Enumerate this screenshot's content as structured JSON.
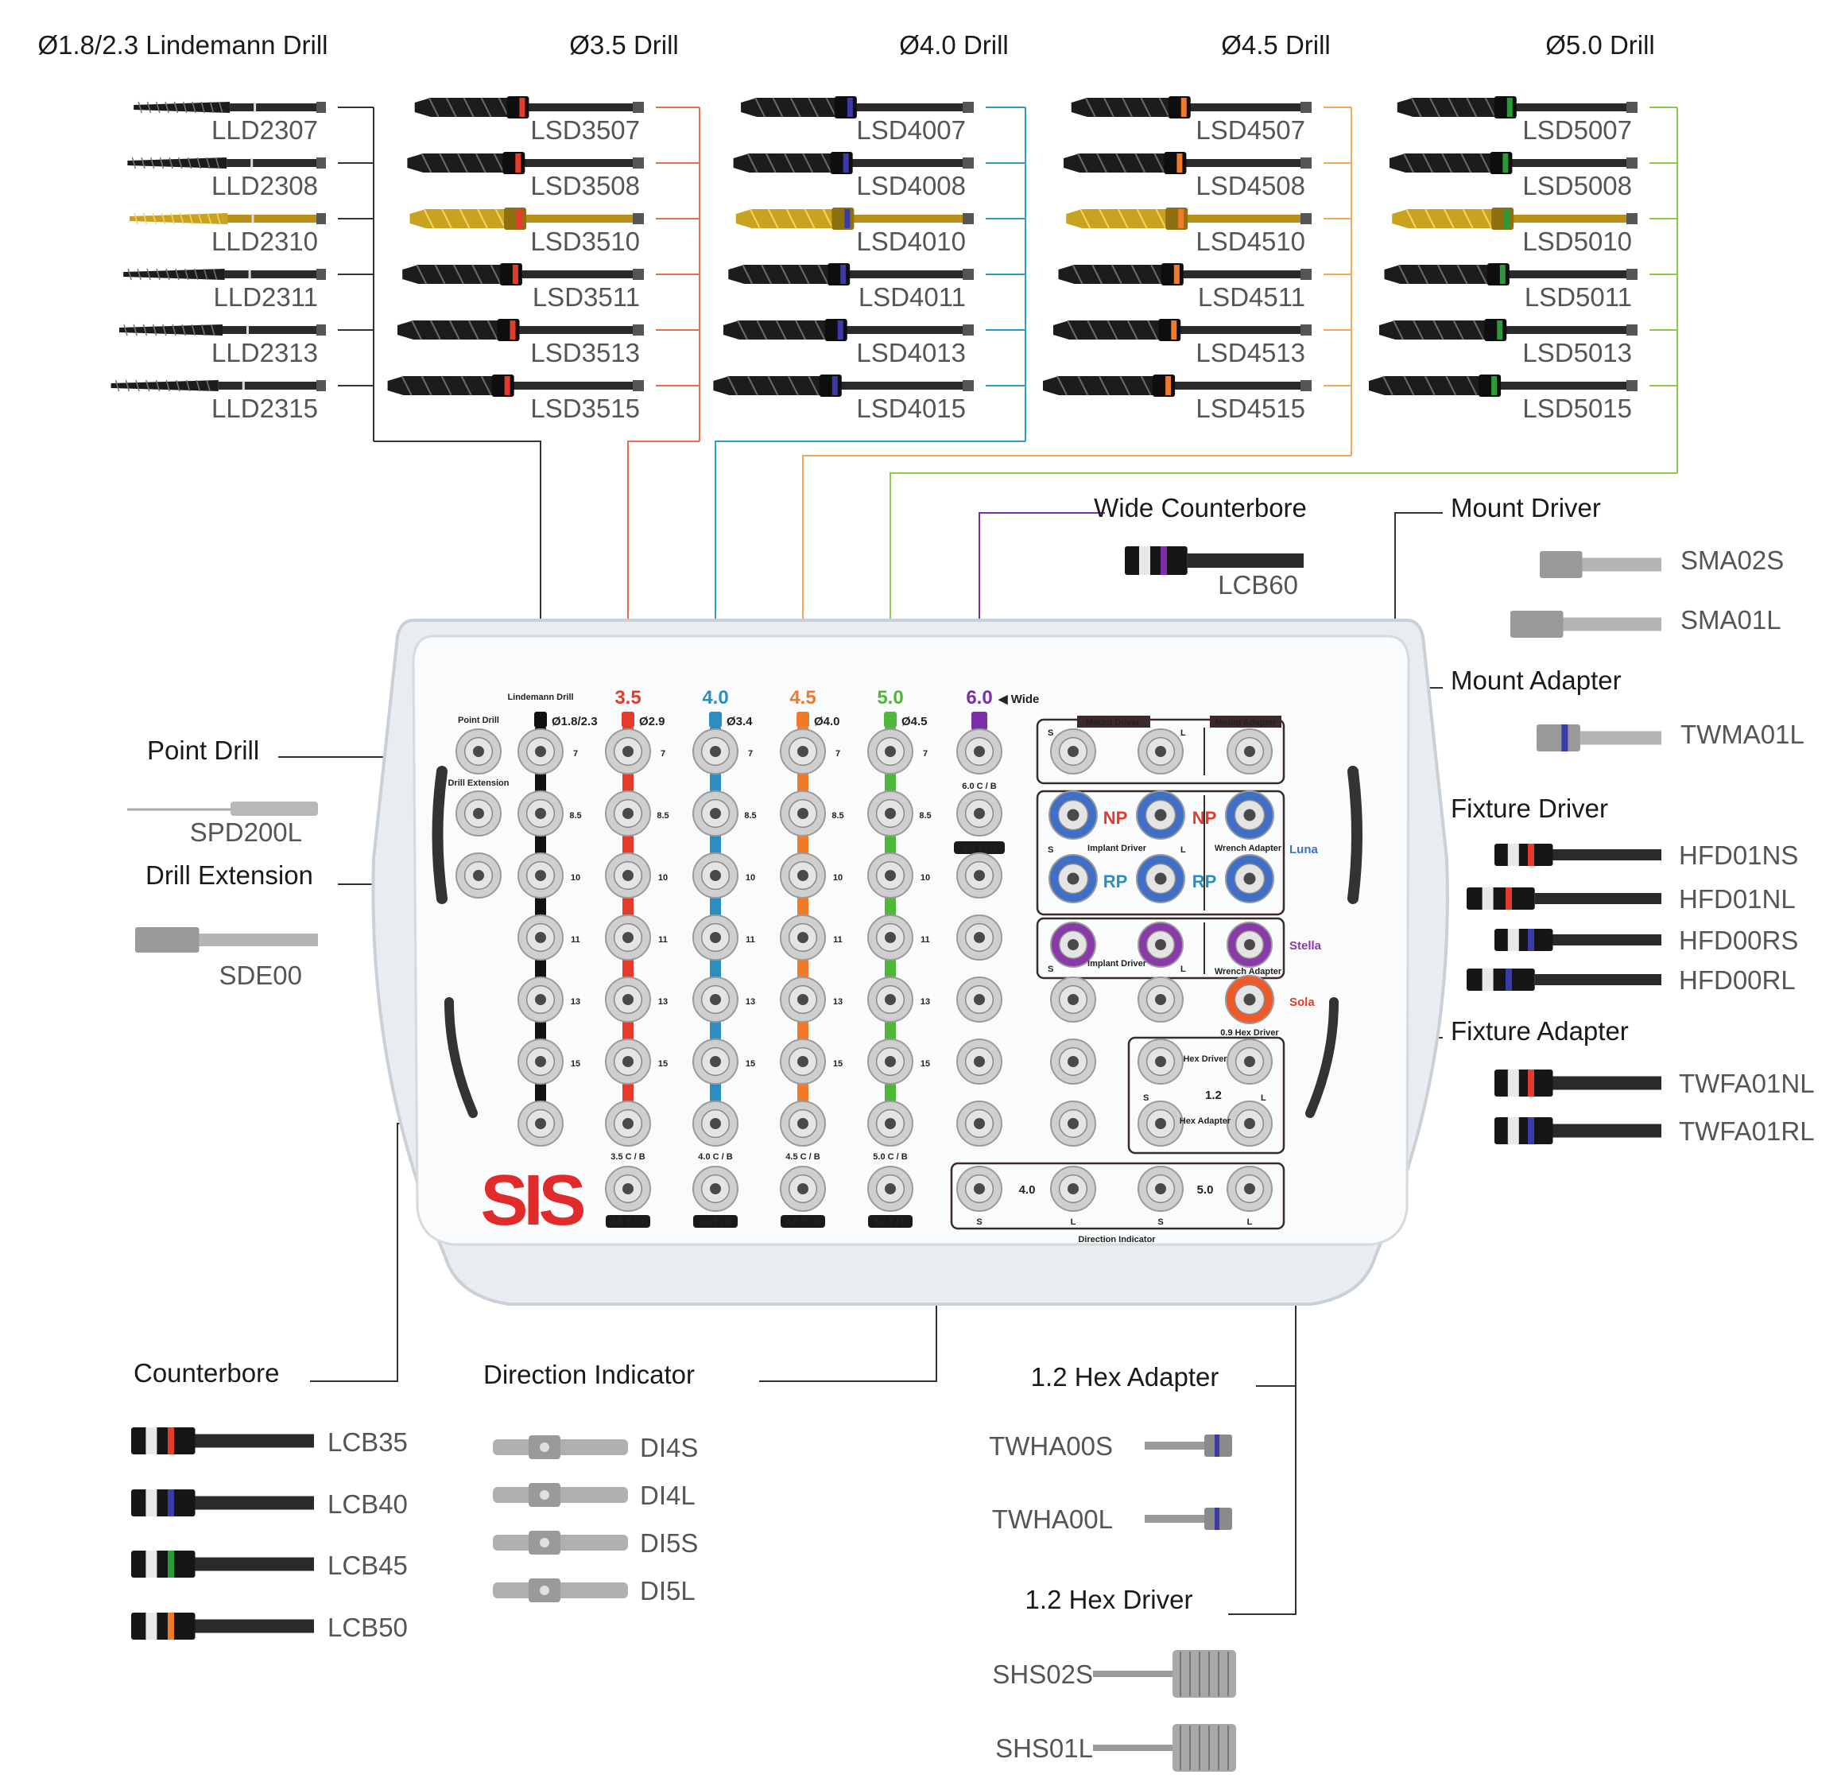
{
  "drill_groups": [
    {
      "title": "Ø1.8/2.3 Lindemann Drill",
      "color": "#333333",
      "band": "#1a1a1a",
      "style": "lind",
      "codes": [
        "LLD2307",
        "LLD2308",
        "LLD2310",
        "LLD2311",
        "LLD2313",
        "LLD2315"
      ]
    },
    {
      "title": "Ø3.5 Drill",
      "color": "#ef6a52",
      "band": "#e53b2a",
      "style": "twist",
      "codes": [
        "LSD3507",
        "LSD3508",
        "LSD3510",
        "LSD3511",
        "LSD3513",
        "LSD3515"
      ]
    },
    {
      "title": "Ø4.0 Drill",
      "color": "#2b9fc7",
      "band": "#3a3aa8",
      "style": "twist",
      "codes": [
        "LSD4007",
        "LSD4008",
        "LSD4010",
        "LSD4011",
        "LSD4013",
        "LSD4015"
      ]
    },
    {
      "title": "Ø4.5 Drill",
      "color": "#f5a55a",
      "band": "#f07a2a",
      "style": "twist",
      "codes": [
        "LSD4507",
        "LSD4508",
        "LSD4510",
        "LSD4511",
        "LSD4513",
        "LSD4515"
      ]
    },
    {
      "title": "Ø5.0 Drill",
      "color": "#8cc84b",
      "band": "#2a9a3a",
      "style": "twist",
      "codes": [
        "LSD5007",
        "LSD5008",
        "LSD5010",
        "LSD5011",
        "LSD5013",
        "LSD5015"
      ]
    }
  ],
  "wide_counterbore": {
    "title": "Wide Counterbore",
    "code": "LCB60"
  },
  "mount_driver": {
    "title": "Mount Driver",
    "codes": [
      "SMA02S",
      "SMA01L"
    ]
  },
  "mount_adapter": {
    "title": "Mount Adapter",
    "codes": [
      "TWMA01L"
    ]
  },
  "fixture_driver": {
    "title": "Fixture Driver",
    "codes": [
      "HFD01NS",
      "HFD01NL",
      "HFD00RS",
      "HFD00RL"
    ],
    "bands": [
      "#e53b2a",
      "#e53b2a",
      "#3a3aa8",
      "#3a3aa8"
    ]
  },
  "fixture_adapter": {
    "title": "Fixture Adapter",
    "codes": [
      "TWFA01NL",
      "TWFA01RL"
    ],
    "bands": [
      "#e53b2a",
      "#3a3aa8"
    ]
  },
  "point_drill": {
    "title": "Point Drill",
    "code": "SPD200L"
  },
  "drill_extension": {
    "title": "Drill Extension",
    "code": "SDE00"
  },
  "counterbore": {
    "title": "Counterbore",
    "codes": [
      "LCB35",
      "LCB40",
      "LCB45",
      "LCB50"
    ],
    "bands": [
      "#e53b2a",
      "#3a3aa8",
      "#2a9a3a",
      "#f07a2a"
    ]
  },
  "direction_indicator": {
    "title": "Direction Indicator",
    "codes": [
      "DI4S",
      "DI4L",
      "DI5S",
      "DI5L"
    ]
  },
  "hex_adapter": {
    "title": "1.2 Hex Adapter",
    "codes": [
      "TWHA00S",
      "TWHA00L"
    ]
  },
  "hex_driver": {
    "title": "1.2 Hex Driver",
    "codes": [
      "SHS02S",
      "SHS01L"
    ]
  },
  "tray": {
    "brand": "SIS",
    "lindemann_label": "Lindemann Drill",
    "point_drill_label": "Point Drill",
    "drill_extension_label": "Drill Extension",
    "columns": [
      {
        "num": "",
        "dia": "Ø1.8/2.3",
        "color": "#111111"
      },
      {
        "num": "3.5",
        "dia": "Ø2.9",
        "color": "#e53b2a"
      },
      {
        "num": "4.0",
        "dia": "Ø3.4",
        "color": "#2a8fc0"
      },
      {
        "num": "4.5",
        "dia": "Ø4.0",
        "color": "#f07a2a"
      },
      {
        "num": "5.0",
        "dia": "Ø4.5",
        "color": "#4fb83a"
      }
    ],
    "wide": {
      "num": "6.0",
      "label": "◀ Wide",
      "color": "#7b2fa8",
      "cb": "6.0 C / B",
      "td": "6.0 T / D"
    },
    "depths": [
      "7",
      "8.5",
      "10",
      "11",
      "13",
      "15"
    ],
    "cb_labels": [
      "3.5 C / B",
      "4.0 C / B",
      "4.5 C / B",
      "5.0 C / B"
    ],
    "td_labels": [
      "3.5 T / D",
      "4.0 T / D",
      "4.5 T / D",
      "5.0 T / D"
    ],
    "mount_driver_label": "Mount Driver",
    "mount_adapter_label": "Mount Adapter",
    "s": "S",
    "l": "L",
    "np": "NP",
    "rp": "RP",
    "implant_driver": "Implant Driver",
    "wrench_adapter": "Wrench Adapter",
    "luna": "Luna",
    "stella": "Stella",
    "sola": "Sola",
    "hex_driver_small": "0.9 Hex Driver",
    "hex_driver_label": "Hex Driver",
    "hex_adapter_label": "Hex Adapter",
    "hex_size": "1.2",
    "di_40": "4.0",
    "di_50": "5.0",
    "direction_indicator_label": "Direction Indicator"
  }
}
